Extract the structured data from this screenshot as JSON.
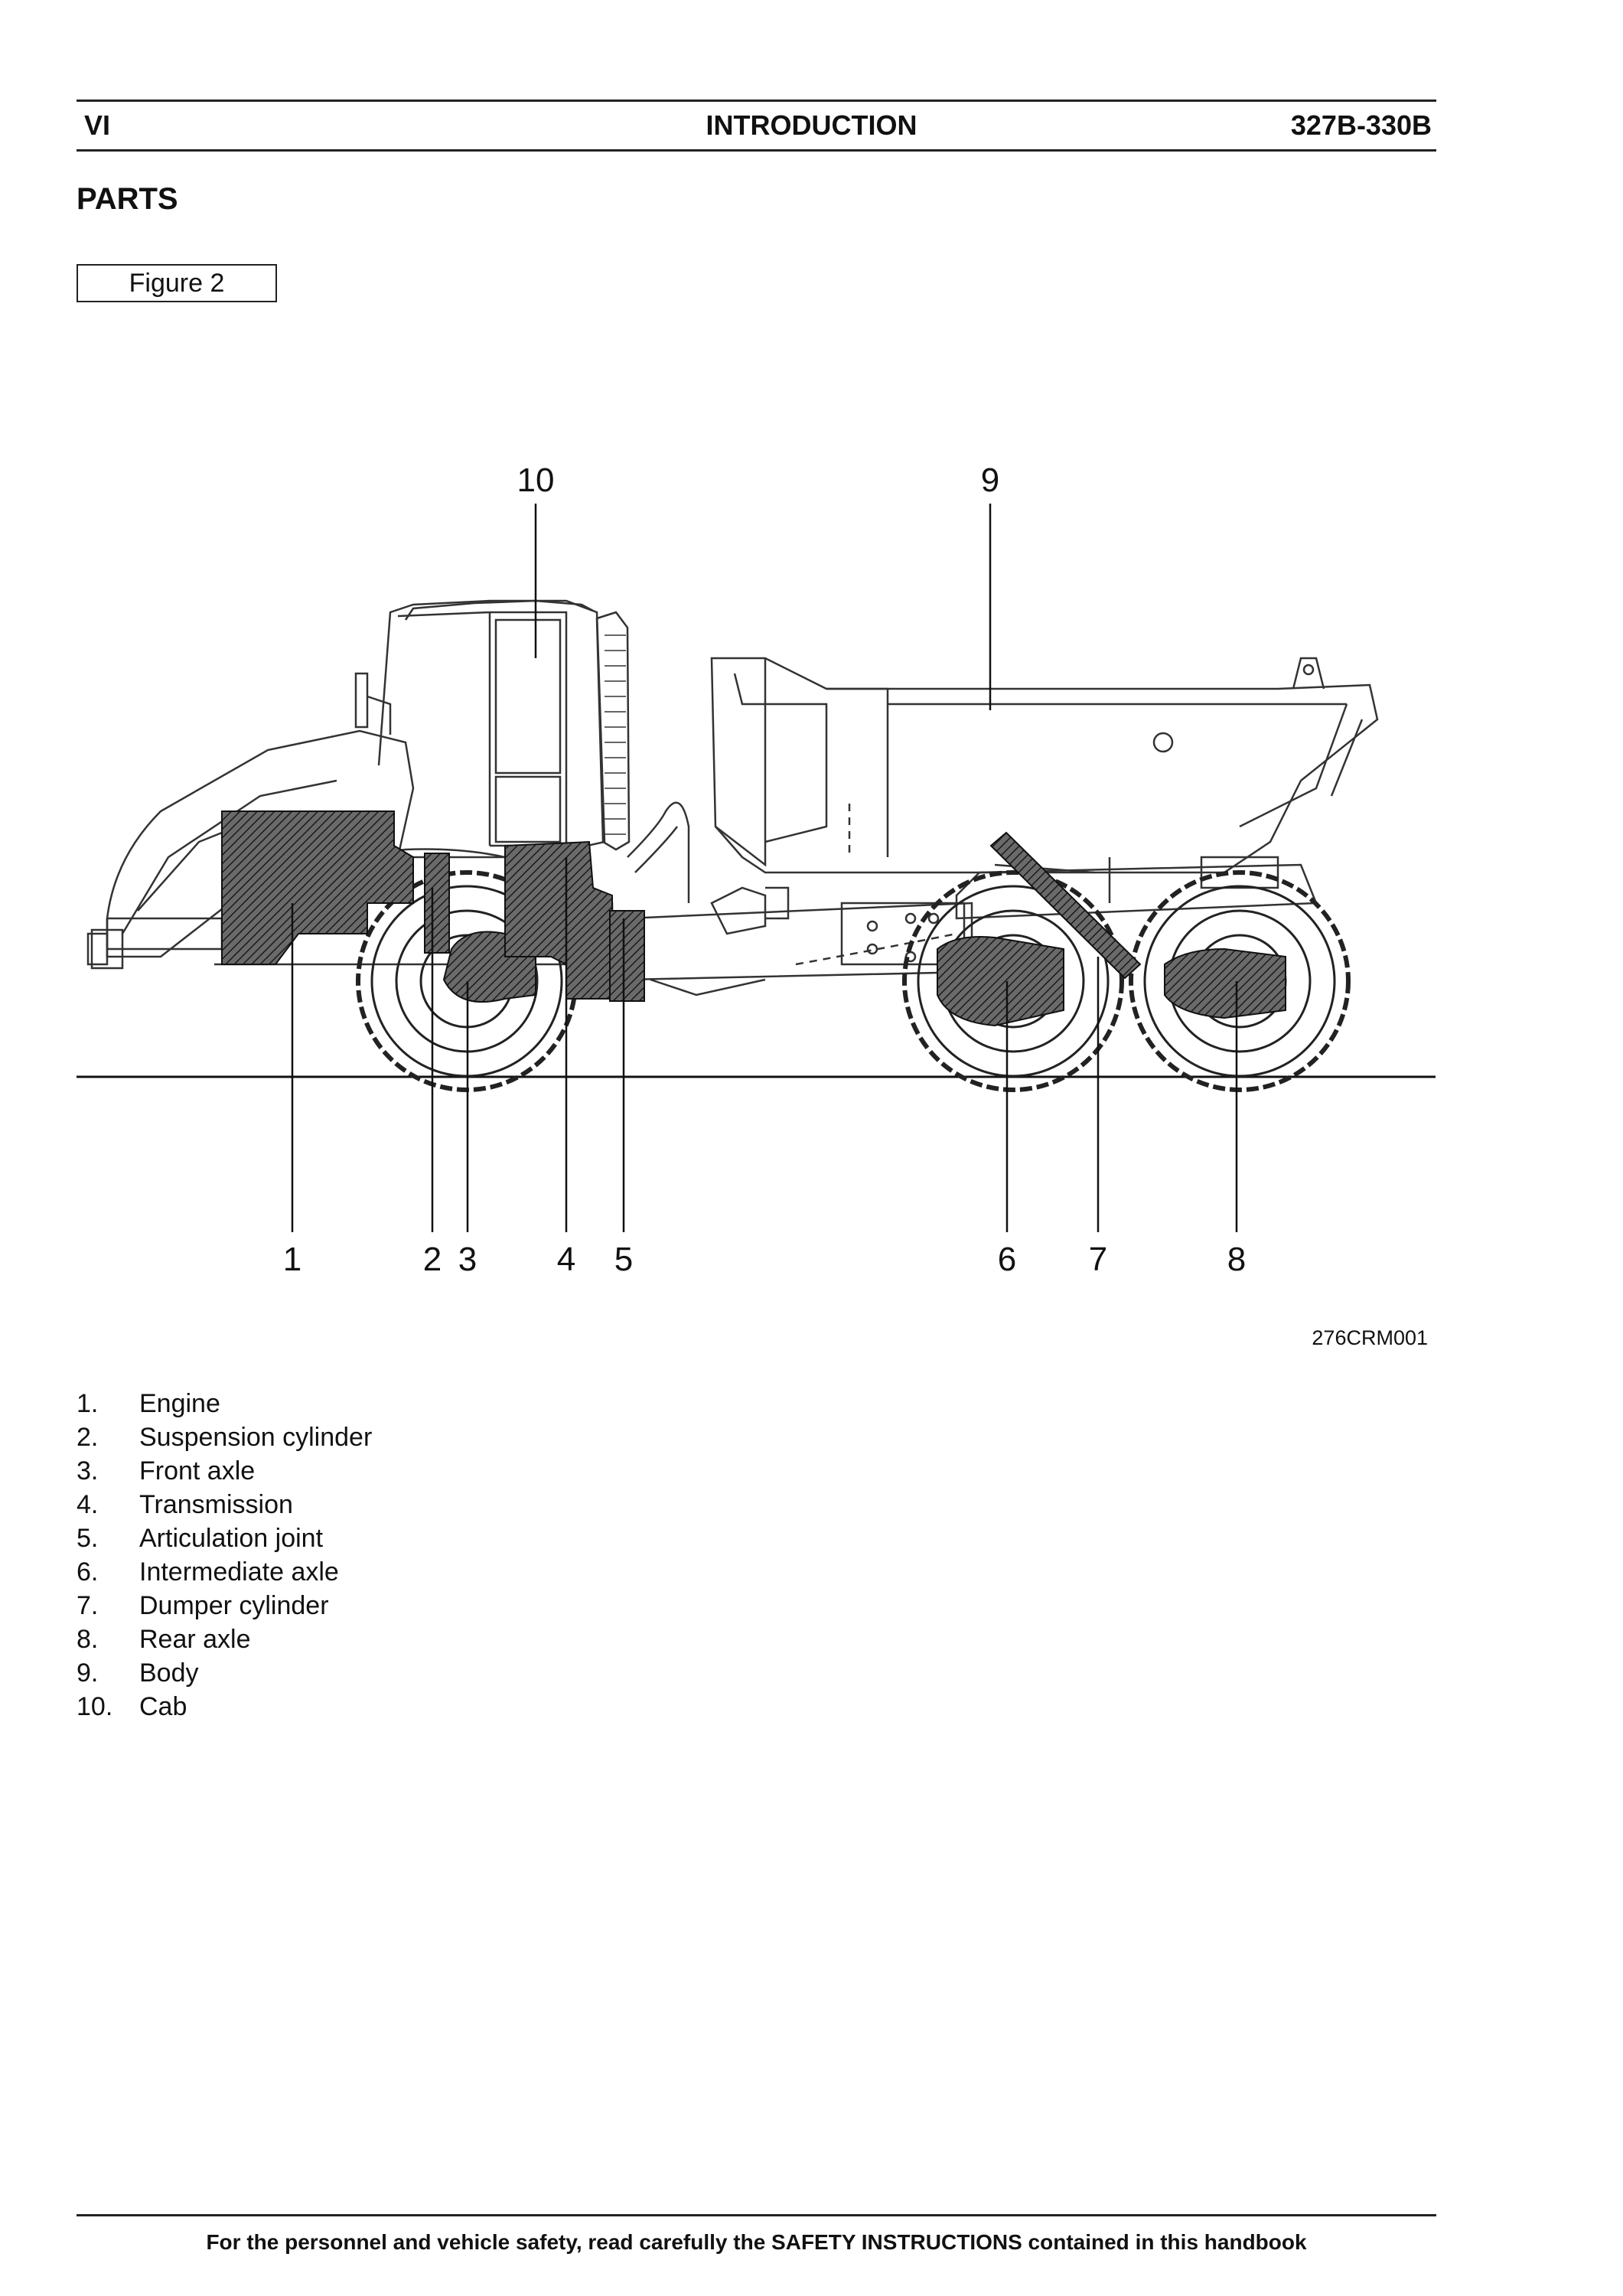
{
  "header": {
    "page_number": "VI",
    "section": "INTRODUCTION",
    "model": "327B-330B"
  },
  "title": "PARTS",
  "figure_label": "Figure 2",
  "drawing": {
    "callouts": [
      "1",
      "2",
      "3",
      "4",
      "5",
      "6",
      "7",
      "8",
      "9",
      "10"
    ],
    "code": "276CRM001"
  },
  "parts": [
    {
      "num": "1.",
      "name": "Engine"
    },
    {
      "num": "2.",
      "name": "Suspension cylinder"
    },
    {
      "num": "3.",
      "name": "Front axle"
    },
    {
      "num": "4.",
      "name": "Transmission"
    },
    {
      "num": "5.",
      "name": "Articulation joint"
    },
    {
      "num": "6.",
      "name": "Intermediate axle"
    },
    {
      "num": "7.",
      "name": "Dumper cylinder"
    },
    {
      "num": "8.",
      "name": "Rear axle"
    },
    {
      "num": "9.",
      "name": "Body"
    },
    {
      "num": "10.",
      "name": "Cab"
    }
  ],
  "footer": "For the personnel and vehicle safety, read carefully the SAFETY INSTRUCTIONS contained in this handbook"
}
